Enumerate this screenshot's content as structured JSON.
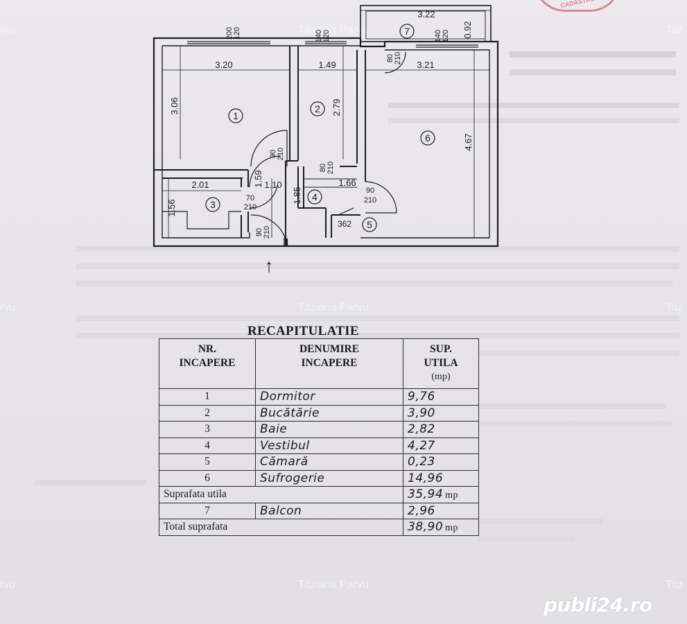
{
  "watermarks": {
    "author": "Titziana Parvu",
    "left_fragment": "rvu",
    "right_fragment": "Titz"
  },
  "stamp": {
    "text": "CADASTRU"
  },
  "logo": {
    "text": "publi24.ro"
  },
  "plan": {
    "rooms": [
      {
        "number": "1"
      },
      {
        "number": "2"
      },
      {
        "number": "3"
      },
      {
        "number": "4"
      },
      {
        "number": "5"
      },
      {
        "number": "6"
      },
      {
        "number": "7"
      }
    ],
    "dimensions": {
      "w1": "200",
      "w1b": "120",
      "w2": "140",
      "w2b": "120",
      "w3": "140",
      "w3b": "120",
      "balcony_width": "3.22",
      "balcony_depth": "0.92",
      "r1_width": "3.20",
      "r1_height": "3.06",
      "r2_width": "1.49",
      "r2_height": "2.79",
      "r6_width": "3.21",
      "r6_height": "4.67",
      "r3_width": "2.01",
      "r3_height": "1.56",
      "hall_width": "1.10",
      "hall_h1": "1.59",
      "hall_h2": "1.85",
      "r4_width": "1.66",
      "r5_size": "362",
      "door_90": "90",
      "door_80": "80",
      "door_70": "70",
      "door_210": "210"
    },
    "entrance_arrow": "↑"
  },
  "recap": {
    "title": "RECAPITULATIE",
    "headers": {
      "nr_line1": "NR.",
      "nr_line2": "INCAPERE",
      "name_line1": "DENUMIRE",
      "name_line2": "INCAPERE",
      "area_line1": "SUP.",
      "area_line2": "UTILA",
      "area_line3": "(mp)"
    },
    "rows": [
      {
        "nr": "1",
        "name": "Dormitor",
        "area": "9,76"
      },
      {
        "nr": "2",
        "name": "Bucătărie",
        "area": "3,90"
      },
      {
        "nr": "3",
        "name": "Baie",
        "area": "2,82"
      },
      {
        "nr": "4",
        "name": "Vestibul",
        "area": "4,27"
      },
      {
        "nr": "5",
        "name": "Cămară",
        "area": "0,23"
      },
      {
        "nr": "6",
        "name": "Sufrogerie",
        "area": "14,96"
      }
    ],
    "useful_label": "Suprafata utila",
    "useful_area": "35,94",
    "balcony": {
      "nr": "7",
      "name": "Balcon",
      "area": "2,96"
    },
    "total_label": "Total suprafata",
    "total_area": "38,90",
    "unit": "mp"
  }
}
